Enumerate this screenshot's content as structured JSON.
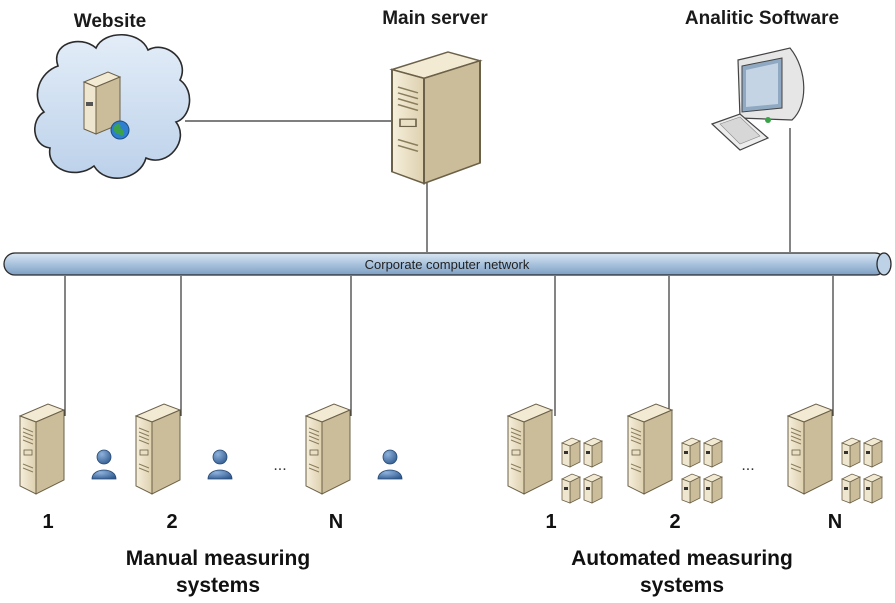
{
  "nodes": {
    "website": "Website",
    "main_server": "Main server",
    "analytic": "Analitic Software"
  },
  "network": {
    "label": "Corporate computer network"
  },
  "manual": {
    "caption_line1": "Manual measuring",
    "caption_line2": "systems",
    "labels": [
      "1",
      "2",
      "N"
    ],
    "ellipsis": "..."
  },
  "automated": {
    "caption_line1": "Automated measuring",
    "caption_line2": "systems",
    "labels": [
      "1",
      "2",
      "N"
    ],
    "ellipsis": "..."
  },
  "colors": {
    "server_body": "#ece2c8",
    "server_side": "#cbbd9a",
    "bus_fill": "#a9c3dd",
    "cloud_fill": "#cfe0f2",
    "user_fill": "#4a74a8"
  }
}
